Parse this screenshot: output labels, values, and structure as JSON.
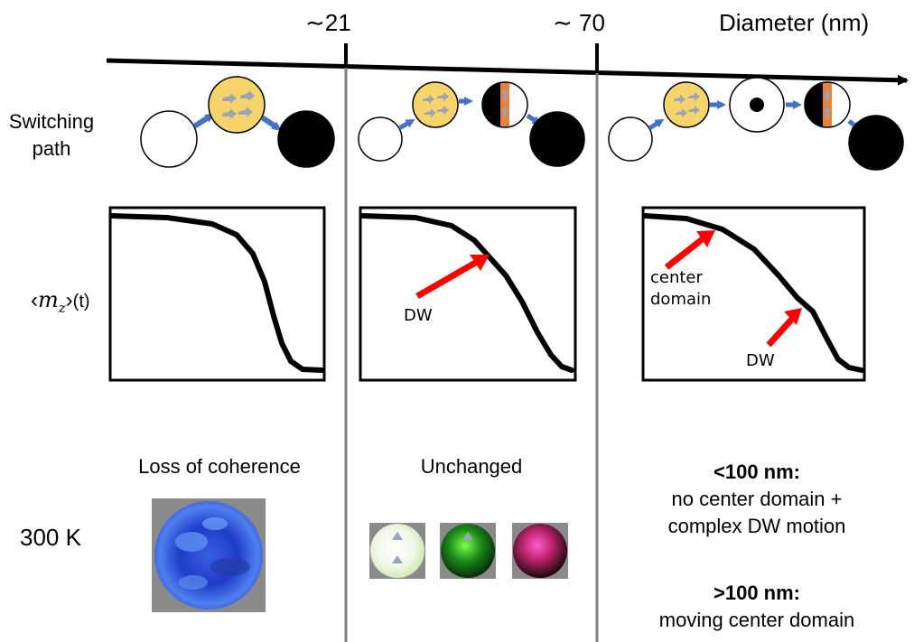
{
  "axis": {
    "tick_1": "∼21",
    "tick_2": "∼ 70",
    "title": "Diameter (nm)"
  },
  "rows": {
    "switching_path": [
      "Switching",
      "path"
    ],
    "mz_symbol": "m",
    "mz_subscript": "z",
    "mz_suffix": "(t)",
    "temperature": "300 K"
  },
  "panels": {
    "small": {
      "description": "Loss of coherence"
    },
    "medium": {
      "description": "Unchanged",
      "annotation": "DW"
    },
    "large": {
      "annotation_center": [
        "center",
        "domain"
      ],
      "annotation_dw": "DW",
      "note_1_title": "<100 nm:",
      "note_1_lines": [
        "no center domain +",
        "complex DW motion"
      ],
      "note_2_title": ">100 nm:",
      "note_2_lines": [
        "moving center domain"
      ]
    }
  },
  "colors": {
    "coherent_state": "#f7d36b",
    "spin_arrow": "#9aa6b8",
    "flow_arrow": "#4472c4",
    "domain_wall": "#e8823a",
    "annotation_arrow": "#ff0000",
    "divider": "#808080"
  }
}
